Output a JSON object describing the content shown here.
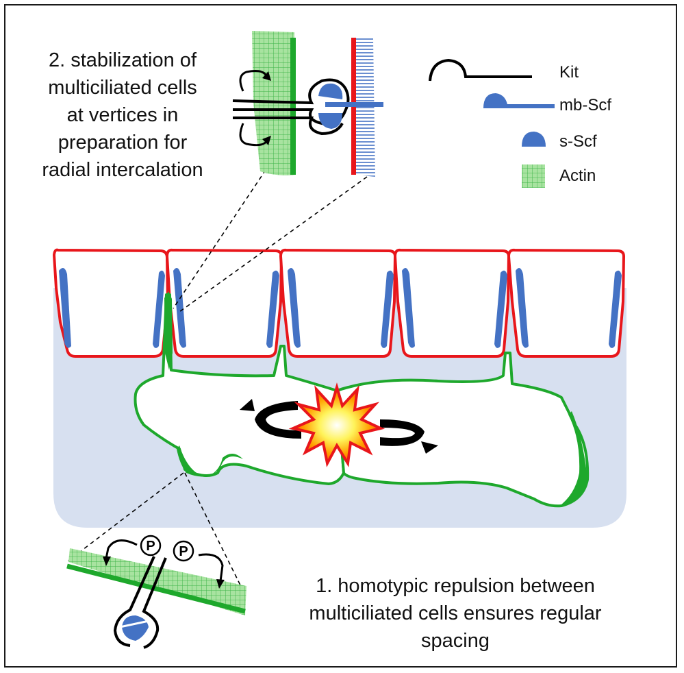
{
  "captions": {
    "step2": [
      "2. stabilization of",
      "multiciliated cells",
      "at vertices in",
      "preparation for",
      "radial intercalation"
    ],
    "step1": [
      "1. homotypic repulsion between",
      "multiciliated cells ensures regular",
      "spacing"
    ]
  },
  "legend": {
    "kit": "Kit",
    "mb_scf": "mb-Scf",
    "s_scf": "s-Scf",
    "actin": "Actin"
  },
  "phospho_label": "P",
  "colors": {
    "red_membrane": "#e8161b",
    "green_actin": "#1ea82c",
    "green_fill": "#a8e3a0",
    "blue_scf": "#4472c4",
    "tissue_bg": "#d7e0f0",
    "burst_outer": "#e8161b",
    "burst_inner": "#ffe400"
  },
  "icons": [
    "arrow-curved-left-icon",
    "arrow-curved-right-icon",
    "repulsion-burst-icon"
  ]
}
